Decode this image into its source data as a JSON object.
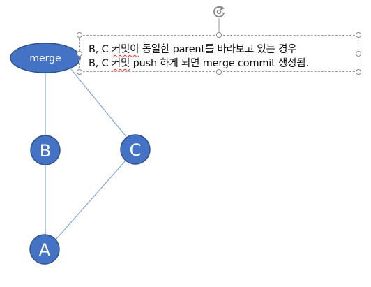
{
  "colors": {
    "node_fill": "#4472c4",
    "node_stroke": "#2f528f",
    "edge": "#7fa3d9",
    "text": "#111111",
    "spell_underline": "#e03030"
  },
  "nodes": {
    "merge": "merge",
    "b": "B",
    "c": "C",
    "a": "A"
  },
  "textbox": {
    "line1_prefix": "B, C ",
    "line1_squiggle": "커밋이",
    "line1_rest": " 동일한 parent를 바라보고 있는 경우",
    "line2_prefix": "B, C ",
    "line2_squiggle": "커밋",
    "line2_rest": " push 하게 되면 merge commit 생성됨."
  },
  "icons": {
    "rotate": "rotate-handle-icon"
  }
}
